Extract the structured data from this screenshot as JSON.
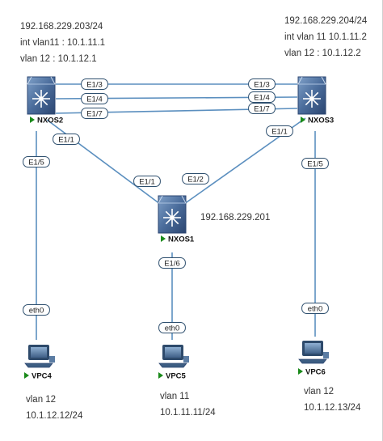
{
  "nodes": {
    "nxos2": {
      "label": "NXOS2",
      "kind": "switch"
    },
    "nxos3": {
      "label": "NXOS3",
      "kind": "switch"
    },
    "nxos1": {
      "label": "NXOS1",
      "kind": "switch"
    },
    "vpc4": {
      "label": "VPC4",
      "kind": "pc"
    },
    "vpc5": {
      "label": "VPC5",
      "kind": "pc"
    },
    "vpc6": {
      "label": "VPC6",
      "kind": "pc"
    }
  },
  "links": [
    {
      "from": "nxos2",
      "to": "nxos3",
      "a_port": "E1/3",
      "b_port": "E1/3"
    },
    {
      "from": "nxos2",
      "to": "nxos3",
      "a_port": "E1/4",
      "b_port": "E1/4"
    },
    {
      "from": "nxos2",
      "to": "nxos3",
      "a_port": "E1/7",
      "b_port": "E1/7"
    },
    {
      "from": "nxos2",
      "to": "nxos1",
      "a_port": "E1/1",
      "b_port": "E1/1"
    },
    {
      "from": "nxos3",
      "to": "nxos1",
      "a_port": "E1/1",
      "b_port": "E1/2"
    },
    {
      "from": "nxos2",
      "to": "vpc4",
      "a_port": "E1/5",
      "b_port": "eth0"
    },
    {
      "from": "nxos1",
      "to": "vpc5",
      "a_port": "E1/6",
      "b_port": "eth0"
    },
    {
      "from": "nxos3",
      "to": "vpc6",
      "a_port": "E1/5",
      "b_port": "eth0"
    }
  ],
  "notes": {
    "nxos2": [
      "192.168.229.203/24",
      "int vlan11 : 10.1.11.1",
      "vlan 12 : 10.1.12.1"
    ],
    "nxos3": [
      "192.168.229.204/24",
      "int vlan 11 10.1.11.2",
      "vlan 12 : 10.1.12.2"
    ],
    "nxos1": [
      "192.168.229.201"
    ],
    "vpc4": [
      "vlan 12",
      "10.1.12.12/24"
    ],
    "vpc5": [
      "vlan 11",
      "10.1.11.11/24"
    ],
    "vpc6": [
      "vlan 12",
      "10.1.12.13/24"
    ]
  },
  "colors": {
    "link": "#5b8fbf",
    "port_fill": "#ffffff",
    "port_border": "#2e4f6e",
    "label_arrow": "#1a8a1a",
    "switch_body": "#4a6c9b",
    "switch_dark": "#2b4570",
    "pc_body": "#4c6f95"
  }
}
